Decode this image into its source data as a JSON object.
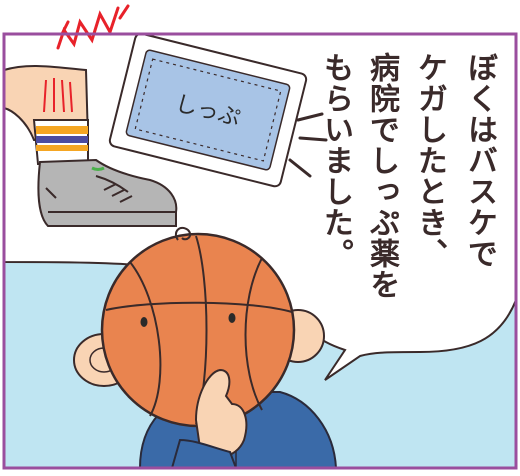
{
  "speech_bubble": {
    "lines": [
      "ぼくはバスケで",
      "ケガしたとき、",
      "病院でしっぷ薬を",
      "もらいました。"
    ]
  },
  "poultice": {
    "label": "しっぷ"
  },
  "colors": {
    "frame": "#9a4e9e",
    "sky": "#bfe5f2",
    "ball": "#e9844f",
    "patch": "#a8c4e6",
    "jacket": "#3a6aa8",
    "shoe": "#9a9a9a",
    "sock_stripe_1": "#f5a623",
    "sock_stripe_2": "#4b4ba0"
  }
}
